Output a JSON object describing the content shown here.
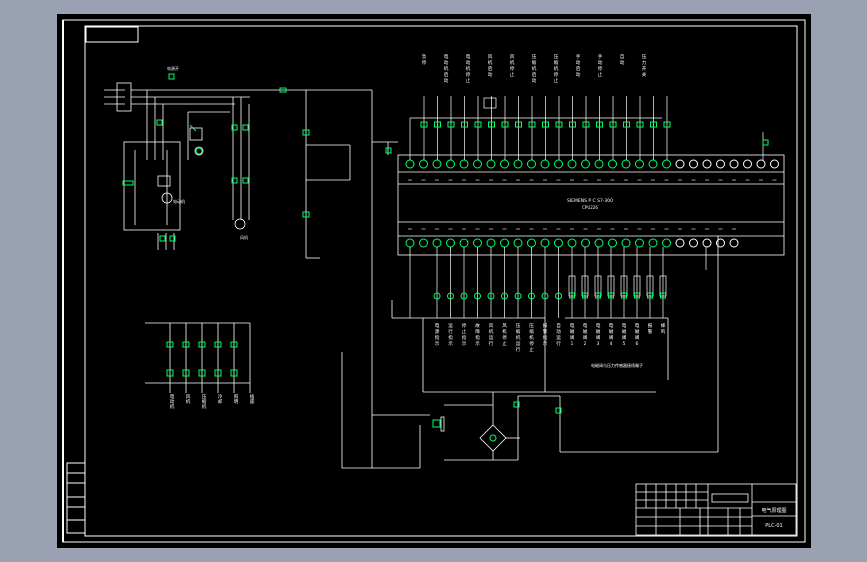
{
  "colors": {
    "background": "#9aa1b3",
    "sheet": "#000000",
    "line": "#ffffff",
    "component": "#00ff66"
  },
  "plc": {
    "model": "SIEMENS P C S7-300",
    "sub": "CPU226"
  },
  "labels": {
    "power": "电源开",
    "motor_left": "电动机",
    "motor_right": "风机",
    "note": "电磁阀与压力传感器接线端子"
  },
  "top_labels": [
    "急停",
    "电动机启动",
    "电动机停止",
    "风机启动",
    "风机停止",
    "压缩机启动",
    "压缩机停止",
    "手动启动",
    "手动停止",
    "自动",
    "压力开关"
  ],
  "bottom_labels": [
    "电源指示",
    "运行指示",
    "停止指示",
    "故障指示",
    "风机运行",
    "风机停止",
    "压缩机运行",
    "压缩机停止",
    "报警指示",
    "自动运行"
  ],
  "bottom_right_labels": [
    "电磁阀1",
    "电磁阀2",
    "电磁阀3",
    "电磁阀4",
    "电磁阀5",
    "电磁阀6",
    "报警",
    "蜂鸣"
  ],
  "left_labels": [
    "电动机",
    "风机",
    "压缩机",
    "冷却",
    "照明",
    "插座"
  ],
  "title_block": {
    "drawing_title": "电气原理图",
    "drawing_no": "PLC-01"
  }
}
